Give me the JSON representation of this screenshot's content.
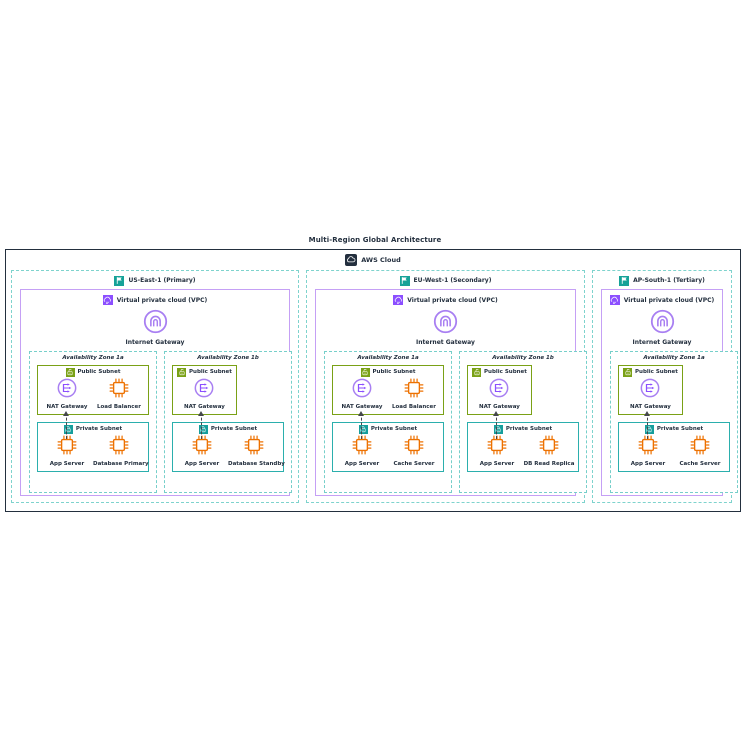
{
  "title": "Multi-Region Global Architecture",
  "aws_cloud_label": "AWS Cloud",
  "colors": {
    "dark_navy": "#232F3E",
    "region_teal": "#16A298",
    "region_border_teal": "#7ED3CD",
    "vpc_purple": "#8C4FFF",
    "vpc_border_purple": "#C5A0F5",
    "gateway_purple": "#A87FF2",
    "public_subnet_green": "#7AA116",
    "private_subnet_teal": "#2BAFAD",
    "compute_orange": "#ED7100"
  },
  "regions": [
    {
      "name": "US-East-1 (Primary)",
      "vpc_label": "Virtual private cloud (VPC)",
      "igw_label": "Internet Gateway",
      "azs": [
        {
          "name": "Availability Zone 1a",
          "public_label": "Public Subnet",
          "private_label": "Private Subnet",
          "public_items": [
            {
              "label": "NAT Gateway"
            },
            {
              "label": "Load Balancer"
            }
          ],
          "private_items": [
            {
              "label": "App Server"
            },
            {
              "label": "Database Primary"
            }
          ]
        },
        {
          "name": "Availability Zone 1b",
          "public_label": "Public Subnet",
          "private_label": "Private Subnet",
          "public_items": [
            {
              "label": "NAT Gateway"
            }
          ],
          "private_items": [
            {
              "label": "App Server"
            },
            {
              "label": "Database Standby"
            }
          ]
        }
      ]
    },
    {
      "name": "EU-West-1 (Secondary)",
      "vpc_label": "Virtual private cloud (VPC)",
      "igw_label": "Internet Gateway",
      "azs": [
        {
          "name": "Availability Zone 1a",
          "public_label": "Public Subnet",
          "private_label": "Private Subnet",
          "public_items": [
            {
              "label": "NAT Gateway"
            },
            {
              "label": "Load Balancer"
            }
          ],
          "private_items": [
            {
              "label": "App Server"
            },
            {
              "label": "Cache Server"
            }
          ]
        },
        {
          "name": "Availability Zone 1b",
          "public_label": "Public Subnet",
          "private_label": "Private Subnet",
          "public_items": [
            {
              "label": "NAT Gateway"
            }
          ],
          "private_items": [
            {
              "label": "App Server"
            },
            {
              "label": "DB Read Replica"
            }
          ]
        }
      ]
    },
    {
      "name": "AP-South-1 (Tertiary)",
      "vpc_label": "Virtual private cloud (VPC)",
      "igw_label": "Internet Gateway",
      "azs": [
        {
          "name": "Availability Zone 1a",
          "public_label": "Public Subnet",
          "private_label": "Private Subnet",
          "public_items": [
            {
              "label": "NAT Gateway"
            }
          ],
          "private_items": [
            {
              "label": "App Server"
            },
            {
              "label": "Cache Server"
            }
          ]
        }
      ]
    }
  ]
}
